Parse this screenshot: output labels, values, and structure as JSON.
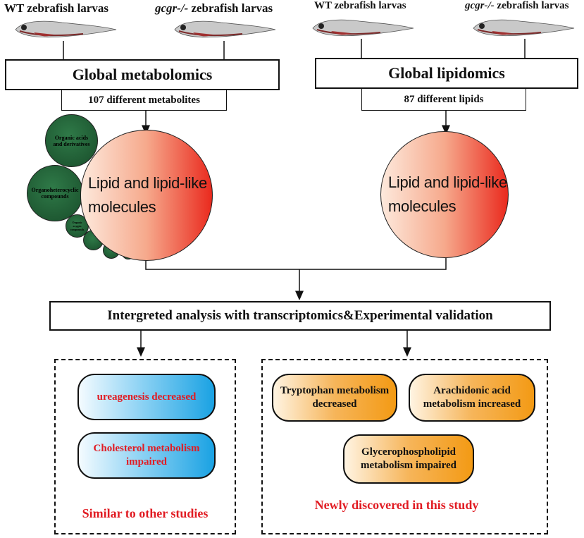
{
  "colors": {
    "accent_red": "#e11c23",
    "circle_red": "#ea2a1e",
    "circle_green": "#1f5a33",
    "pill_blue": "#1aa2e3",
    "pill_orange": "#f39a14"
  },
  "left": {
    "wt_label": "WT zebrafish larvas",
    "gcgr_italic": "gcgr-/-",
    "gcgr_rest": " zebrafish larvas",
    "box_title": "Global metabolomics",
    "sub_box": "107 different metabolites",
    "big_circle_text": "Lipid and lipid-like molecules",
    "green_circles": [
      "Organic acids and derivatives",
      "Organoheterocyclic compounds",
      "Organic oxygen compounds",
      "",
      "",
      ""
    ]
  },
  "right": {
    "wt_label": "WT zebrafish larvas",
    "gcgr_italic": "gcgr-/-",
    "gcgr_rest": " zebrafish larvas",
    "box_title": "Global lipidomics",
    "sub_box": "87 different lipids",
    "big_circle_text": "Lipid and lipid-like molecules"
  },
  "integrated": {
    "title": "Intergreted analysis with transcriptomics&Experimental validation"
  },
  "similar": {
    "pills": [
      "ureagenesis decreased",
      "Cholesterol metabolism impaired"
    ],
    "caption": "Similar to other studies"
  },
  "novel": {
    "pills": [
      "Tryptophan metabolism decreased",
      "Arachidonic acid metabolism increased",
      "Glycerophospholipid metabolism impaired"
    ],
    "caption": "Newly discovered in this study"
  }
}
